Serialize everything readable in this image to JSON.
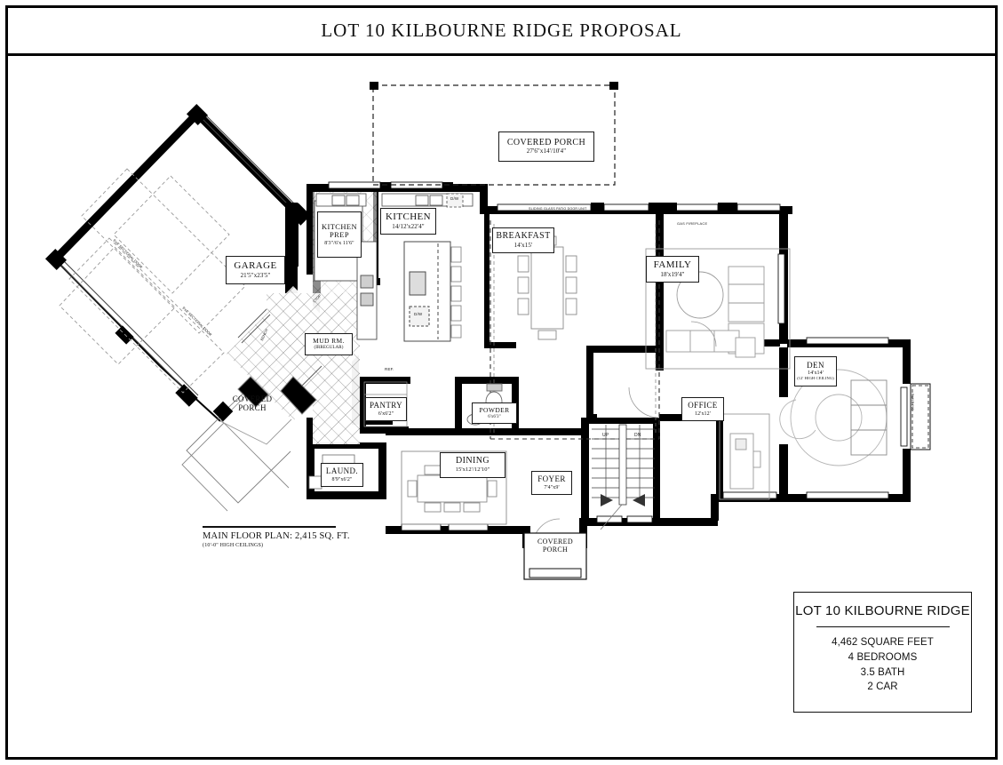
{
  "sheet": {
    "title": "LOT 10 KILBOURNE RIDGE PROPOSAL",
    "floor_note_line1": "MAIN FLOOR PLAN: 2,415 SQ. FT.",
    "floor_note_line2": "(10'-0\" HIGH CEILINGS)"
  },
  "legend": {
    "title": "LOT 10 KILBOURNE RIDGE",
    "lines": [
      "4,462 SQUARE FEET",
      "4 BEDROOMS",
      "3.5 BATH",
      "2 CAR"
    ]
  },
  "rooms": [
    {
      "name": "GARAGE",
      "dim": "21'5\"x23'5\"",
      "sub": ""
    },
    {
      "name": "KITCHEN",
      "dim": "14/12'x22'4\"",
      "sub": ""
    },
    {
      "name": "KITCHEN PREP",
      "dim": "8'3\"/6'x 11'6\"",
      "sub": ""
    },
    {
      "name": "COVERED PORCH",
      "dim": "27'6\"x14'/10'4\"",
      "sub": ""
    },
    {
      "name": "BREAKFAST",
      "dim": "14'x15'",
      "sub": ""
    },
    {
      "name": "FAMILY",
      "dim": "18'x19'4\"",
      "sub": ""
    },
    {
      "name": "DEN",
      "dim": "14'x14'",
      "sub": "(12' HIGH CEILING)"
    },
    {
      "name": "OFFICE",
      "dim": "12'x12'",
      "sub": ""
    },
    {
      "name": "MUD RM.",
      "dim": "(IRREGULAR)",
      "sub": ""
    },
    {
      "name": "PANTRY",
      "dim": "6'x6'2\"",
      "sub": ""
    },
    {
      "name": "POWDER",
      "dim": "6'x6'3\"",
      "sub": ""
    },
    {
      "name": "DINING",
      "dim": "15'x12'/12'10\"",
      "sub": ""
    },
    {
      "name": "LAUND.",
      "dim": "8'9\"x6'2\"",
      "sub": ""
    },
    {
      "name": "FOYER",
      "dim": "7'4\"x9'",
      "sub": ""
    }
  ],
  "plain_labels": {
    "covered_porch_left": {
      "l1": "COVERED",
      "l2": "PORCH"
    },
    "covered_porch_bottom": {
      "l1": "COVERED",
      "l2": "PORCH"
    }
  },
  "annotations": {
    "gas_fireplace": "GAS FIREPLACE",
    "sliding_door": "SLIDING GLASS PATIO DOOR UNIT",
    "sectional_door_1": "9'x8' SECTIONAL DOOR",
    "sectional_door_2": "9'x8' SECTIONAL DOOR",
    "bench": "BENCH",
    "ctop_1": "CTOP",
    "ctop_2": "CTOP",
    "ref": "REF.",
    "dw_island": "D/W",
    "dw_wall": "D/W",
    "stair_up": "UP",
    "stair_down": "DN",
    "built_ins": "BUILT INS"
  },
  "colors": {
    "ink": "#111111",
    "wall": "#000000",
    "thin": "#555555",
    "furniture": "#888888",
    "paper": "#ffffff"
  }
}
